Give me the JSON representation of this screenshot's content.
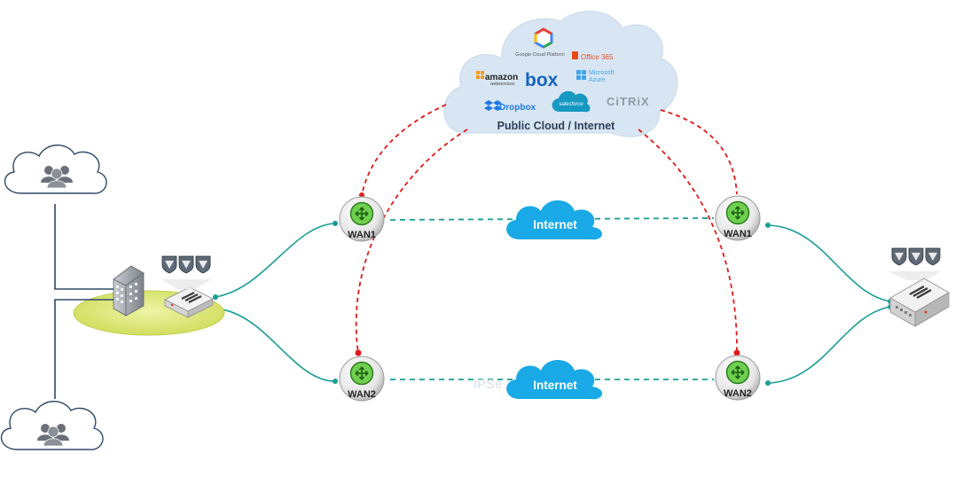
{
  "cloud": {
    "caption": "Public Cloud / Internet",
    "logos": {
      "google": "Google Cloud Platform",
      "office": "Office 365",
      "amazon": "amazon",
      "amazon_sub": "webservices",
      "box": "box",
      "azure_1": "Microsoft",
      "azure_2": "Azure",
      "dropbox": "Dropbox",
      "salesforce": "salesforce",
      "citrix": "CiTRiX"
    }
  },
  "links": {
    "top_internet": "Internet",
    "bottom_internet": "Internet",
    "ipsec_hint": "IPSe"
  },
  "routers": {
    "left_top": "WAN1",
    "left_bottom": "WAN2",
    "right_top": "WAN1",
    "right_bottom": "WAN2"
  },
  "colors": {
    "teal_line": "#1a9e94",
    "red_dash": "#e01a1a",
    "cloud_blue": "#19a9e6",
    "public_cloud_fill": "#d8e6f3",
    "router_green": "#5fc24a",
    "branch_disc": "#dbe87a"
  }
}
